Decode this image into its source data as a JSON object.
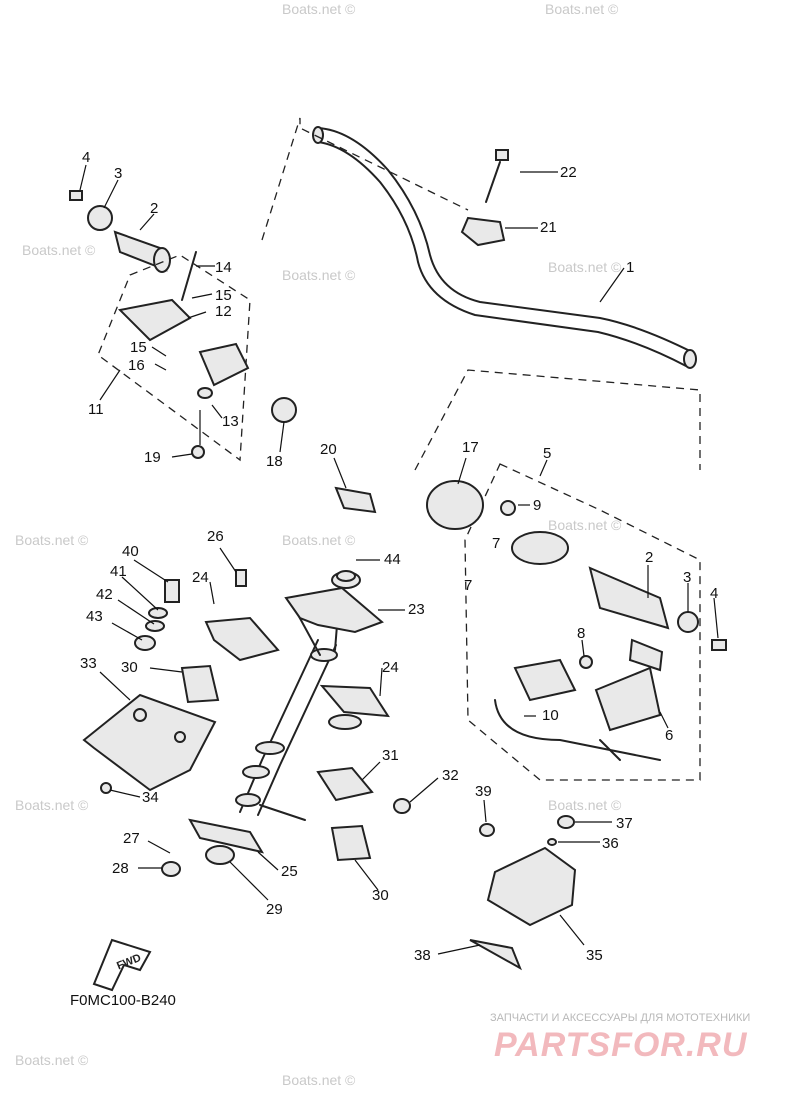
{
  "watermark": "Boats.net ©",
  "diagram_code": "F0MC100-B240",
  "fwd_label": "FWD",
  "brand": {
    "tagline": "ЗАПЧАСТИ И АКСЕССУАРЫ ДЛЯ МОТОТЕХНИКИ",
    "name": "PARTSFOR.RU"
  },
  "callouts": {
    "n1": "1",
    "n2a": "2",
    "n2b": "2",
    "n3a": "3",
    "n3b": "3",
    "n4a": "4",
    "n4b": "4",
    "n5": "5",
    "n6": "6",
    "n7a": "7",
    "n7b": "7",
    "n8": "8",
    "n9": "9",
    "n10": "10",
    "n11": "11",
    "n12": "12",
    "n13": "13",
    "n14": "14",
    "n15a": "15",
    "n15b": "15",
    "n16": "16",
    "n17": "17",
    "n18": "18",
    "n19": "19",
    "n20": "20",
    "n21": "21",
    "n22": "22",
    "n23": "23",
    "n24a": "24",
    "n24b": "24",
    "n25": "25",
    "n26": "26",
    "n27": "27",
    "n28": "28",
    "n29": "29",
    "n30a": "30",
    "n30b": "30",
    "n31": "31",
    "n32": "32",
    "n33": "33",
    "n34": "34",
    "n35": "35",
    "n36": "36",
    "n37": "37",
    "n38": "38",
    "n39": "39",
    "n40": "40",
    "n41": "41",
    "n42": "42",
    "n43": "43",
    "n44": "44"
  }
}
